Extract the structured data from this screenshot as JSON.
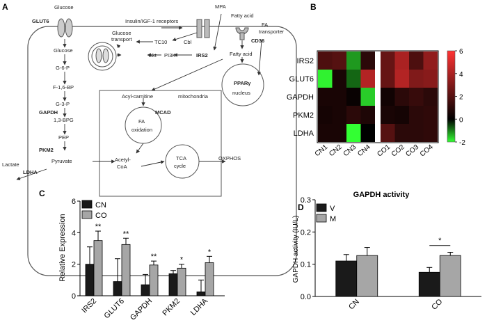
{
  "panel_labels": {
    "a": "A",
    "b": "B",
    "c": "C",
    "d": "D"
  },
  "pathway": {
    "glucose_top": "Glucose",
    "glut6": "GLUT6",
    "insulin_receptors": "Insulin/IGF-1 receptors",
    "mpa": "MPA",
    "fatty_acid_top": "Fatty acid",
    "fa": "FA",
    "transporter": "transporter",
    "cd36": "CD36",
    "glucose_transport_1": "Glucose",
    "glucose_transport_2": "transport",
    "tc10": "TC10",
    "cbl": "Cbl",
    "akt": "Akt",
    "pi3k": "PI3K",
    "irs2": "IRS2",
    "fatty_acid_inner": "Fatty acid",
    "ppar": "PPARγ",
    "nucleus": "nucleus",
    "glucose_inner": "Glucose",
    "g6p": "G-6-P",
    "f16bp": "F-1,6-BP",
    "g3p": "G-3-P",
    "gapdh": "GAPDH",
    "bpg": "1,3-BPG",
    "pep": "PEP",
    "pkm2": "PKM2",
    "pyruvate": "Pyruvate",
    "lactate": "Lactate",
    "ldha": "LDHA",
    "acyl_carnitine": "Acyl-carnitine",
    "mitochondria": "mitochondria",
    "mcad": "MCAD",
    "fa_ox_1": "FA",
    "fa_ox_2": "oxidation",
    "acetyl_1": "Acetyl-",
    "acetyl_2": "CoA",
    "tca_1": "TCA",
    "tca_2": "cycle",
    "oxphos": "OXPHOS"
  },
  "colors": {
    "bar_dark": "#1a1a1a",
    "bar_light": "#a6a6a6",
    "heat_neg": "#33ff33",
    "heat_zero": "#000000",
    "heat_pos": "#ff3333"
  },
  "chart_data": [
    {
      "type": "heatmap",
      "panel": "B",
      "rows": [
        "IRS2",
        "GLUT6",
        "GAPDH",
        "PKM2",
        "LDHA"
      ],
      "columns": [
        "CN1",
        "CN2",
        "CN3",
        "CN4",
        "CO1",
        "CO2",
        "CO3",
        "CO4"
      ],
      "values": [
        [
          1.8,
          2.0,
          -1.2,
          1.0,
          2.4,
          4.0,
          1.8,
          3.4
        ],
        [
          -1.9,
          0.6,
          -0.8,
          4.2,
          2.4,
          4.2,
          3.0,
          3.2
        ],
        [
          0.6,
          0.6,
          0.2,
          -1.6,
          0.4,
          1.0,
          1.3,
          1.0
        ],
        [
          0.5,
          0.6,
          1.0,
          0.7,
          0.6,
          0.5,
          1.0,
          1.1
        ],
        [
          0.6,
          0.6,
          -2.0,
          0.0,
          2.0,
          1.0,
          1.0,
          1.1
        ]
      ],
      "colorbar_ticks": [
        "6",
        "4",
        "2",
        "0",
        "-2"
      ],
      "range": [
        -2,
        6
      ]
    },
    {
      "type": "bar",
      "panel": "C",
      "ylabel": "Relative Expression",
      "ylim": [
        0,
        6
      ],
      "yticks": [
        "0",
        "2",
        "4",
        "6"
      ],
      "categories": [
        "IRS2",
        "GLUT6",
        "GAPDH",
        "PKM2",
        "LDHA"
      ],
      "series": [
        {
          "name": "CN",
          "values": [
            2.0,
            0.9,
            0.7,
            1.4,
            0.25
          ],
          "errors": [
            1.1,
            1.45,
            0.65,
            0.2,
            0.75
          ]
        },
        {
          "name": "CO",
          "values": [
            3.5,
            3.25,
            1.95,
            1.75,
            2.1
          ],
          "errors": [
            0.6,
            0.4,
            0.25,
            0.25,
            0.4
          ]
        }
      ],
      "annotations": [
        "**",
        "**",
        "**",
        "*",
        "*"
      ]
    },
    {
      "type": "bar",
      "panel": "D",
      "title": "GAPDH activity",
      "ylabel": "GAPDH activity (IU/L)",
      "ylim": [
        0,
        0.3
      ],
      "yticks": [
        "0.0",
        "0.1",
        "0.2",
        "0.3"
      ],
      "categories": [
        "CN",
        "CO"
      ],
      "series": [
        {
          "name": "V",
          "values": [
            0.11,
            0.075
          ],
          "errors": [
            0.02,
            0.015
          ]
        },
        {
          "name": "M",
          "values": [
            0.127,
            0.127
          ],
          "errors": [
            0.025,
            0.01
          ]
        }
      ],
      "annotations": [
        "*"
      ]
    }
  ]
}
